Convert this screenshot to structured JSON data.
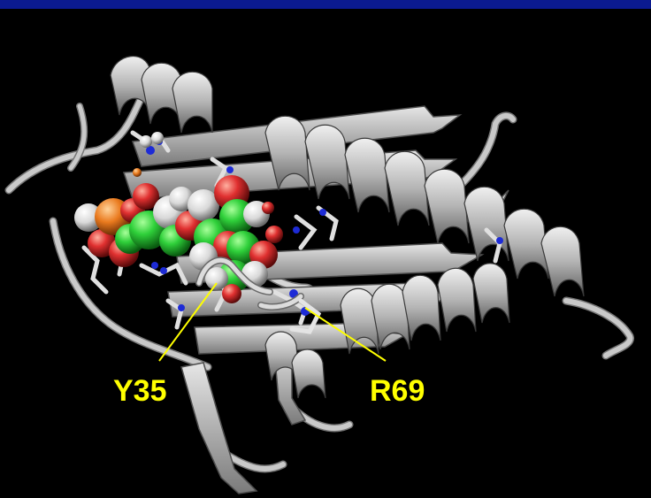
{
  "colors": {
    "background": "#000000",
    "top_bar": "#0b1a8f",
    "ribbon": "#b9b9b9",
    "ribbon_dark": "#6f6f6f",
    "ribbon_light": "#e2e2e2",
    "label": "#ffff00",
    "leader_line": "#ffff00",
    "carbon_ligand": "#22c22a",
    "oxygen": "#d62a2a",
    "hydrogen": "#dcdcdc",
    "phosphorus": "#e57a1f",
    "nitrogen": "#1d2bd6"
  },
  "labels": [
    {
      "id": "y35",
      "text": "Y35"
    },
    {
      "id": "r69",
      "text": "R69"
    }
  ],
  "icons": {
    "structure": "protein-ribbon-structure",
    "ligand": "space-filling-ligand"
  }
}
